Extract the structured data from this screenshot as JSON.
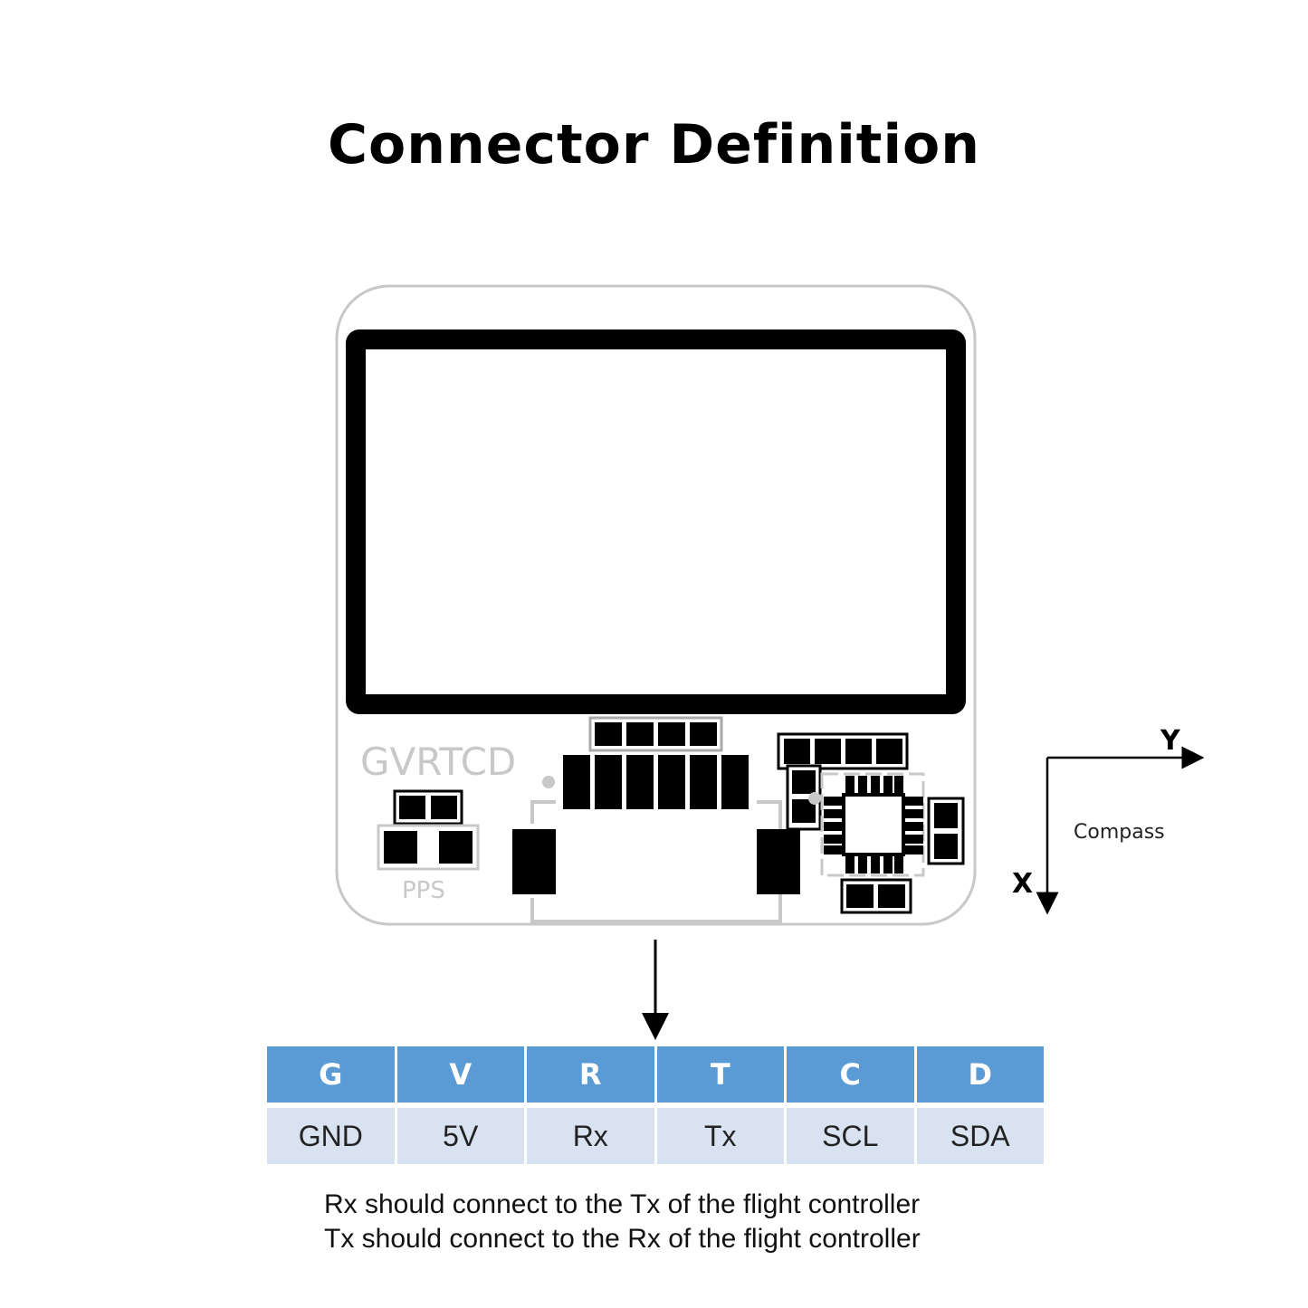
{
  "title": "Connector Definition",
  "board": {
    "silkscreen_label": "GVRTCD",
    "pps_label": "PPS"
  },
  "axes": {
    "y_label": "Y",
    "x_label": "X",
    "compass_label": "Compass"
  },
  "pins": [
    {
      "code": "G",
      "name": "GND"
    },
    {
      "code": "V",
      "name": "5V"
    },
    {
      "code": "R",
      "name": "Rx"
    },
    {
      "code": "T",
      "name": "Tx"
    },
    {
      "code": "C",
      "name": "SCL"
    },
    {
      "code": "D",
      "name": "SDA"
    }
  ],
  "notes": [
    "Rx should connect to the Tx of the flight controller",
    "Tx should connect to the Rx of the flight controller"
  ],
  "colors": {
    "header_blue": "#5b9bd5",
    "row_light": "#d9e2f1"
  }
}
